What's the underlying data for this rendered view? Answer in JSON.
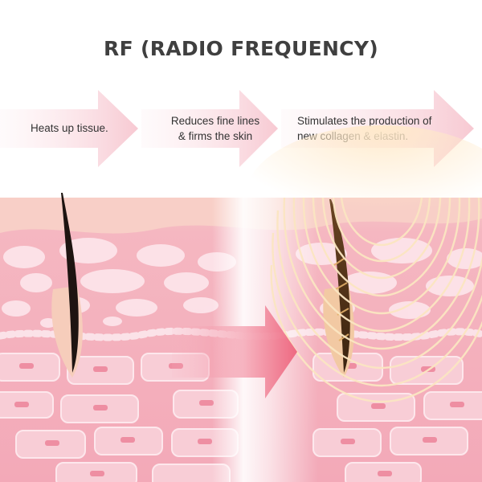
{
  "title": "RF (RADIO FREQUENCY)",
  "steps": [
    {
      "line1": "Heats up tissue.",
      "line2": ""
    },
    {
      "line1": "Reduces fine lines",
      "line2": "& firms the skin"
    },
    {
      "line1": "Stimulates the production of",
      "line2": "new collagen & elastin."
    }
  ],
  "colors": {
    "arrow_pink": "#f6c3cc",
    "skin_pink": "#f6b8c3",
    "transition_arrow": "#ef6f85",
    "hair": "#1e1411",
    "rf_waves": "#f7e2b8"
  }
}
